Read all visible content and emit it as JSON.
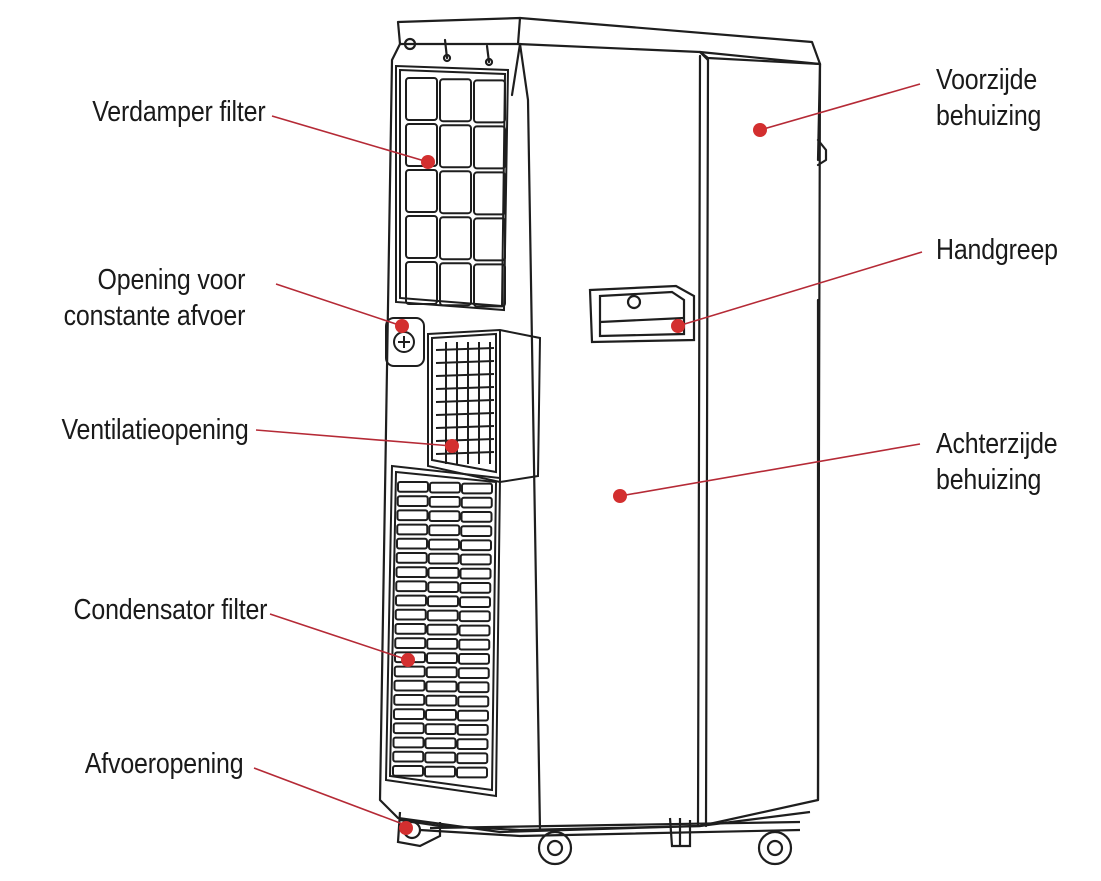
{
  "callouts": {
    "verdamper_filter": {
      "text": "Verdamper filter"
    },
    "opening_afvoer": {
      "line1": "Opening voor",
      "line2": "constante afvoer"
    },
    "ventilatieopening": {
      "text": "Ventilatieopening"
    },
    "condensator_filter": {
      "text": "Condensator filter"
    },
    "afvoeropening": {
      "text": "Afvoeropening"
    },
    "voorzijde": {
      "line1": "Voorzijde",
      "line2": "behuizing"
    },
    "handgreep": {
      "text": "Handgreep"
    },
    "achterzijde": {
      "line1": "Achterzijde",
      "line2": "behuizing"
    }
  },
  "colors": {
    "marker": "#d32f2f",
    "leader": "#b52a36",
    "outline": "#1e1e1e",
    "text": "#1a1a1a"
  }
}
